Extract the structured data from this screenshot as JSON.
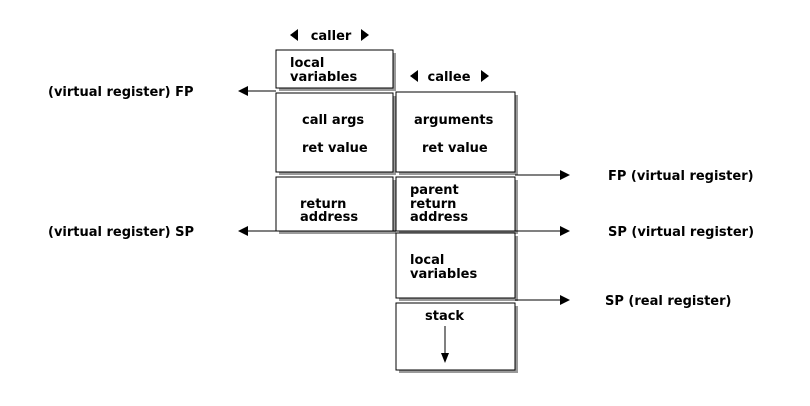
{
  "caller_header": {
    "label": "caller"
  },
  "callee_header": {
    "label": "callee"
  },
  "caller": {
    "local_variables": [
      "local",
      "variables"
    ],
    "call_args": "call args",
    "ret_value": "ret value",
    "return_address": [
      "return",
      "address"
    ]
  },
  "callee": {
    "arguments": "arguments",
    "ret_value": "ret value",
    "parent_return_address": [
      "parent",
      "return",
      "address"
    ],
    "local_variables": [
      "local",
      "variables"
    ],
    "stack": "stack"
  },
  "pointers": {
    "left_fp": "(virtual register) FP",
    "left_sp": "(virtual register) SP",
    "right_fp": "FP (virtual register)",
    "right_sp_virtual": "SP (virtual register)",
    "right_sp_real": "SP (real register)"
  }
}
